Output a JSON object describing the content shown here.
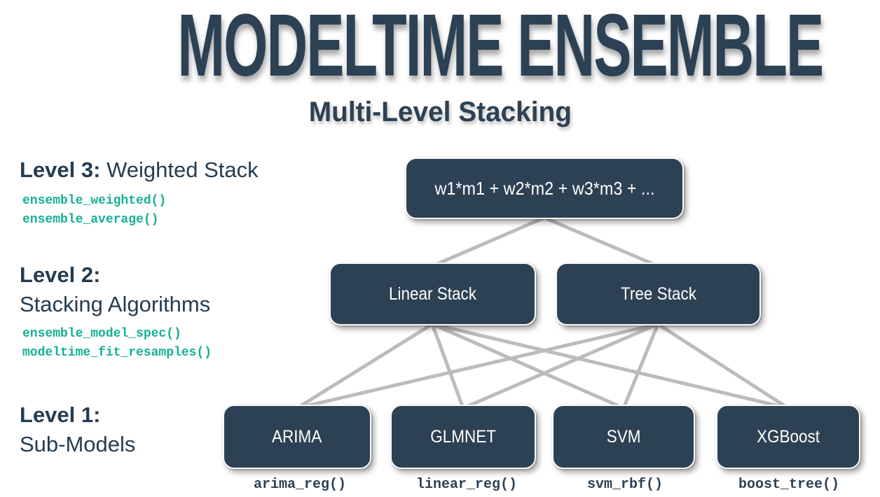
{
  "title": "MODELTIME ENSEMBLE",
  "subtitle": "Multi-Level Stacking",
  "colors": {
    "navy": "#2d4154",
    "teal": "#14b093",
    "connector_gray": "#b5b5b5",
    "node_text": "#ffffff",
    "background": "#ffffff"
  },
  "levels": [
    {
      "name": "Level 3:",
      "description": "Weighted Stack",
      "functions": [
        "ensemble_weighted()",
        "ensemble_average()"
      ]
    },
    {
      "name": "Level 2:",
      "description": "Stacking Algorithms",
      "functions": [
        "ensemble_model_spec()",
        "modeltime_fit_resamples()"
      ]
    },
    {
      "name": "Level 1:",
      "description": "Sub-Models",
      "functions": []
    }
  ],
  "nodes": {
    "weighted_formula": "w1*m1 + w2*m2 + w3*m3 + ...",
    "stacks": [
      "Linear Stack",
      "Tree Stack"
    ],
    "submodels": [
      "ARIMA",
      "GLMNET",
      "SVM",
      "XGBoost"
    ],
    "submodel_functions": [
      "arima_reg()",
      "linear_reg()",
      "svm_rbf()",
      "boost_tree()"
    ]
  }
}
